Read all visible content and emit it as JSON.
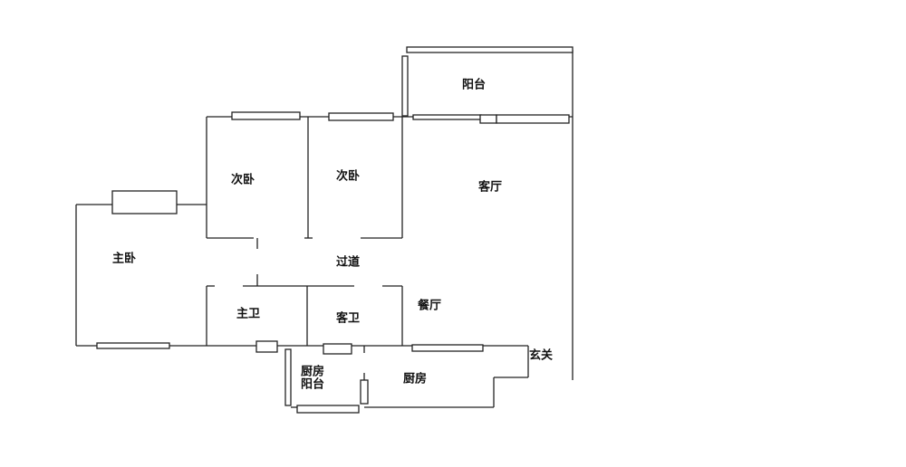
{
  "floorplan": {
    "rooms": {
      "balcony": "阳台",
      "second_bedroom_1": "次卧",
      "second_bedroom_2": "次卧",
      "living_room": "客厅",
      "master_bedroom": "主卧",
      "hallway": "过道",
      "master_bath": "主卫",
      "guest_bath": "客卫",
      "dining_room": "餐厅",
      "entrance": "玄关",
      "kitchen_balcony_line1": "厨房",
      "kitchen_balcony_line2": "阳台",
      "kitchen": "厨房"
    },
    "line_color": "#222222"
  }
}
